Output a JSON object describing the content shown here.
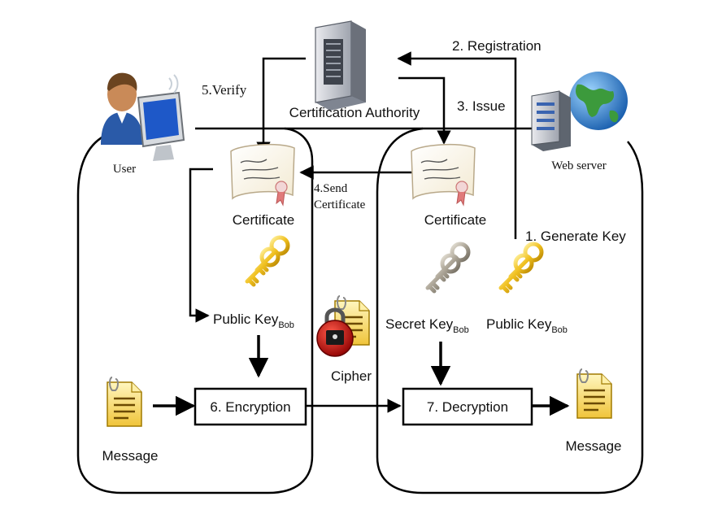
{
  "authority": {
    "label": "Certification Authority",
    "icon": "server-icon"
  },
  "user": {
    "label": "User",
    "icon": "user-computer-icon"
  },
  "web_server": {
    "label": "Web server",
    "icon": "web-server-globe-icon"
  },
  "steps": {
    "generate_key": "1. Generate Key",
    "registration": "2. Registration",
    "issue": "3. Issue",
    "send_certificate_line1": "4.Send",
    "send_certificate_line2": "Certificate",
    "verify": "5.Verify",
    "encryption": "6. Encryption",
    "decryption": "7. Decryption"
  },
  "left": {
    "certificate": "Certificate",
    "public_key": "Public Key",
    "public_key_sub": "Bob",
    "message": "Message"
  },
  "right": {
    "certificate": "Certificate",
    "secret_key": "Secret Key",
    "secret_key_sub": "Bob",
    "public_key": "Public Key",
    "public_key_sub": "Bob",
    "message": "Message"
  },
  "cipher": {
    "label": "Cipher",
    "icon": "lock-document-icon"
  },
  "colors": {
    "key_gold": "#e8b400",
    "key_gray": "#a09a8c",
    "lock_red": "#cc1111",
    "doc_yellow": "#f5d04a",
    "globe_blue": "#2a78c8"
  }
}
